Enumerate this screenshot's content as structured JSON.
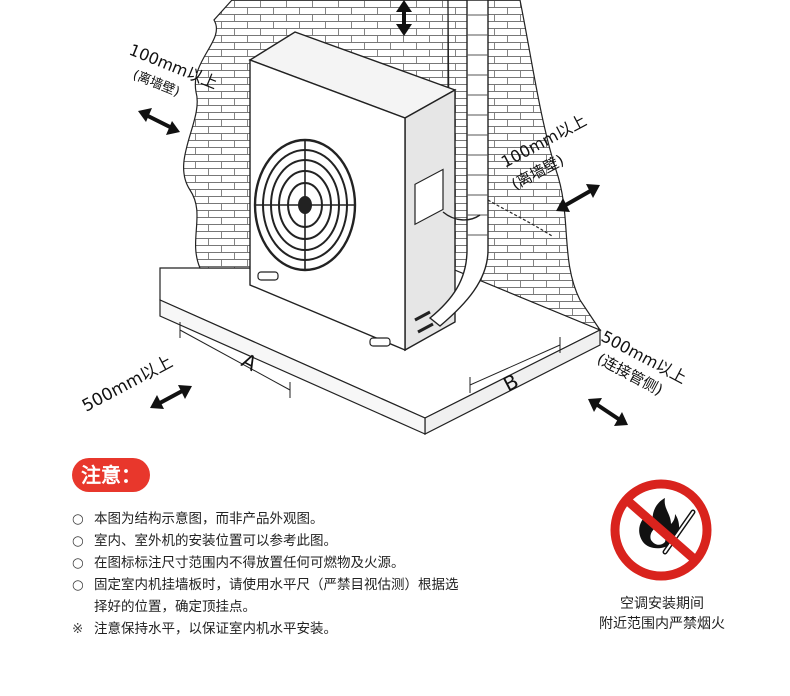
{
  "diagram": {
    "labels": {
      "left_top_distance": "100mm以上",
      "left_top_note": "(离墙壁)",
      "right_top_distance": "100mm以上",
      "right_top_note": "(离墙壁)",
      "dim_a": "A",
      "dim_b": "B",
      "front_distance": "500mm以上",
      "right_front_distance": "500mm以上",
      "right_front_note": "(连接管侧)"
    }
  },
  "notice": {
    "badge": "注意：",
    "items": [
      {
        "bullet": "○",
        "text": "本图为结构示意图，而非产品外观图。"
      },
      {
        "bullet": "○",
        "text": "室内、室外机的安装位置可以参考此图。"
      },
      {
        "bullet": "○",
        "text": "在图标标注尺寸范围内不得放置任何可燃物及火源。"
      },
      {
        "bullet": "○",
        "text": "固定室内机挂墙板时，请使用水平尺（严禁目视估测）根据选",
        "cont": "择好的位置，确定顶挂点。"
      },
      {
        "bullet": "※",
        "text": "注意保持水平，以保证室内机水平安装。"
      }
    ]
  },
  "warning": {
    "icon": "no-fire-icon",
    "caption_line1": "空调安装期间",
    "caption_line2": "附近范围内严禁烟火",
    "accent_color": "#d9231d"
  }
}
